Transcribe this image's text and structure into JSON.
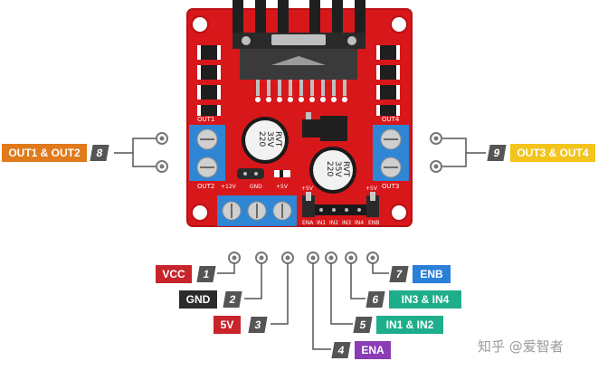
{
  "board": {
    "silk": {
      "out1": "OUT1",
      "out2": "OUT2",
      "out3": "OUT3",
      "out4": "OUT4",
      "plus12v": "+12V",
      "gnd": "GND",
      "plus5v": "+5V",
      "ena": "ENA",
      "in1": "IN1",
      "in2": "IN2",
      "in3": "IN3",
      "in4": "IN4",
      "enb": "ENB",
      "jumper5v_left": "+5V",
      "jumper5v_right": "+5V"
    },
    "capacitor": {
      "line1": "220",
      "line2": "35V",
      "line3": "RVT"
    },
    "colors": {
      "pcb": "#d8171b",
      "terminal": "#2f86d4",
      "heatsink": "#1f1f1f",
      "label_out12": "#e07a1c",
      "label_out34": "#f2c41c"
    }
  },
  "callouts": [
    {
      "number": "8",
      "text": "OUT1 & OUT2",
      "color": "#e07a1c"
    },
    {
      "number": "9",
      "text": "OUT3 & OUT4",
      "color": "#f2c41c"
    },
    {
      "number": "1",
      "text": "VCC",
      "color": "#c8242b"
    },
    {
      "number": "2",
      "text": "GND",
      "color": "#2b2b2b"
    },
    {
      "number": "3",
      "text": "5V",
      "color": "#c8242b"
    },
    {
      "number": "4",
      "text": "ENA",
      "color": "#8a3db5"
    },
    {
      "number": "5",
      "text": "IN1 & IN2",
      "color": "#1fae8c"
    },
    {
      "number": "6",
      "text": "IN3 & IN4",
      "color": "#1fae8c"
    },
    {
      "number": "7",
      "text": "ENB",
      "color": "#2a7fd6"
    }
  ],
  "watermark": "知乎 @爱智者"
}
